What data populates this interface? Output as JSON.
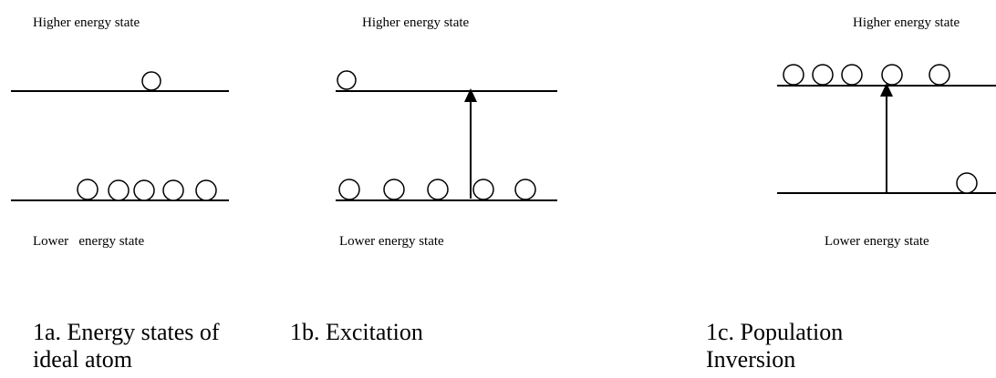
{
  "colors": {
    "ink": "#000000",
    "background": "#ffffff"
  },
  "panels": [
    {
      "higher_label": "Higher energy state",
      "lower_label": "Lower   energy state",
      "caption": "1a. Energy states of ideal atom",
      "upper_atoms": 1,
      "lower_atoms": 5,
      "excitation_arrow": false
    },
    {
      "higher_label": "Higher energy state",
      "lower_label": "Lower energy state",
      "caption": "1b. Excitation",
      "upper_atoms": 1,
      "lower_atoms": 5,
      "excitation_arrow": true
    },
    {
      "higher_label": "Higher energy state",
      "lower_label": "Lower energy state",
      "caption": "1c. Population Inversion",
      "upper_atoms": 5,
      "lower_atoms": 1,
      "excitation_arrow": true
    }
  ]
}
